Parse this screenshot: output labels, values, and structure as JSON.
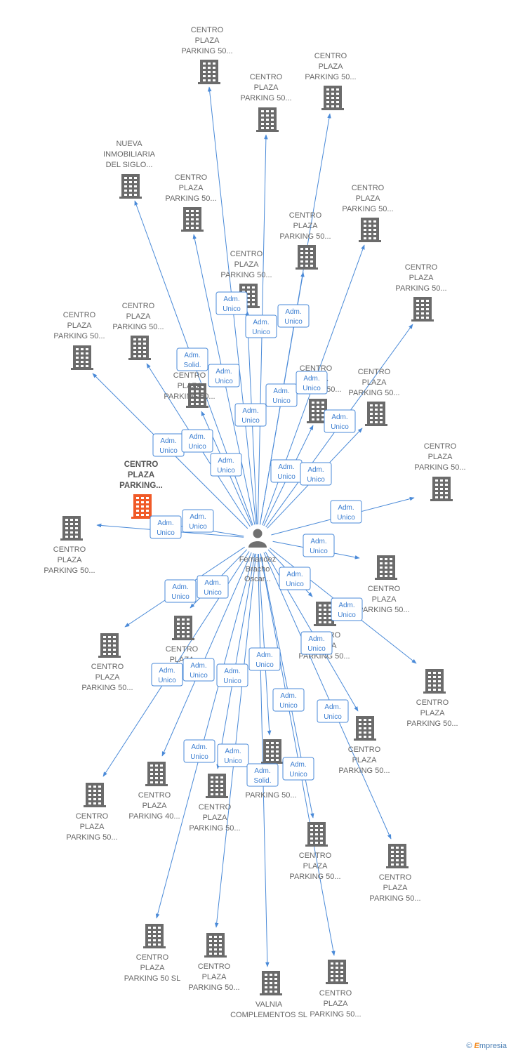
{
  "person": {
    "name_lines": [
      "Fernandez",
      "Bracho",
      "Oscar..."
    ]
  },
  "companies": [
    {
      "id": 1,
      "lines": [
        "CENTRO",
        "PLAZA",
        "PARKING 50..."
      ]
    },
    {
      "id": 2,
      "lines": [
        "CENTRO",
        "PLAZA",
        "PARKING 50..."
      ]
    },
    {
      "id": 3,
      "lines": [
        "CENTRO",
        "PLAZA",
        "PARKING 50..."
      ]
    },
    {
      "id": 4,
      "lines": [
        "NUEVA",
        "INMOBILIARIA",
        "DEL SIGLO..."
      ]
    },
    {
      "id": 5,
      "lines": [
        "CENTRO",
        "PLAZA",
        "PARKING 50..."
      ]
    },
    {
      "id": 6,
      "lines": [
        "CENTRO",
        "PLAZA",
        "PARKING 50..."
      ]
    },
    {
      "id": 7,
      "lines": [
        "CENTRO",
        "PLAZA",
        "PARKING 50..."
      ]
    },
    {
      "id": 8,
      "lines": [
        "CENTRO",
        "PLAZA",
        "PARKING 50..."
      ]
    },
    {
      "id": 9,
      "lines": [
        "CENTRO",
        "PLAZA",
        "PARKING 50..."
      ]
    },
    {
      "id": 10,
      "lines": [
        "CENTRO",
        "PLAZA",
        "PARKING 50..."
      ]
    },
    {
      "id": 11,
      "lines": [
        "CENTRO",
        "PLAZA",
        "PARKING 50..."
      ]
    },
    {
      "id": 12,
      "lines": [
        "CENTRO",
        "PLAZA",
        "PARKING 50..."
      ]
    },
    {
      "id": 13,
      "lines": [
        "CENTRO",
        "PLAZA",
        "PARKING 50..."
      ]
    },
    {
      "id": 14,
      "lines": [
        "CENTRO",
        "PLAZA",
        "PARKING 50..."
      ]
    },
    {
      "id": 15,
      "lines": [
        "CENTRO",
        "PLAZA",
        "PARKING..."
      ],
      "focus": true
    },
    {
      "id": 16,
      "lines": [
        "CENTRO",
        "PLAZA",
        "PARKING 50..."
      ]
    },
    {
      "id": 17,
      "lines": [
        "CENTRO",
        "PLAZA",
        "PARKING 50..."
      ]
    },
    {
      "id": 18,
      "lines": [
        "CENTRO",
        "PLAZA",
        "PARKING 50..."
      ]
    },
    {
      "id": 19,
      "lines": [
        "CENTRO",
        "PLAZA",
        "PARKING 50..."
      ]
    },
    {
      "id": 20,
      "lines": [
        "CENTRO",
        "PLAZA",
        "PARKING 50..."
      ]
    },
    {
      "id": 21,
      "lines": [
        "CENTRO",
        "PLAZA",
        "PARKING 50..."
      ]
    },
    {
      "id": 22,
      "lines": [
        "CENTRO",
        "PLAZA",
        "PARKING 50..."
      ]
    },
    {
      "id": 23,
      "lines": [
        "CENTRO",
        "PLAZA",
        "PARKING 50..."
      ]
    },
    {
      "id": 24,
      "lines": [
        "CENTRO",
        "PLAZA",
        "PARKING 40..."
      ]
    },
    {
      "id": 25,
      "lines": [
        "CENTRO",
        "PLAZA",
        "PARKING 50..."
      ]
    },
    {
      "id": 26,
      "lines": [
        "CENTRO",
        "PLAZA",
        "PARKING 50..."
      ]
    },
    {
      "id": 27,
      "lines": [
        "CENTRO",
        "PLAZA",
        "PARKING 50..."
      ]
    },
    {
      "id": 28,
      "lines": [
        "CENTRO",
        "PLAZA",
        "PARKING 50..."
      ]
    },
    {
      "id": 29,
      "lines": [
        "CENTRO",
        "PLAZA",
        "PARKING 50..."
      ]
    },
    {
      "id": 30,
      "lines": [
        "CENTRO",
        "PLAZA",
        "PARKING 50 SL"
      ]
    },
    {
      "id": 31,
      "lines": [
        "CENTRO",
        "PLAZA",
        "PARKING 50..."
      ]
    },
    {
      "id": 32,
      "lines": [
        "VALNIA",
        "COMPLEMENTOS SL"
      ]
    },
    {
      "id": 33,
      "lines": [
        "CENTRO",
        "PLAZA",
        "PARKING 50..."
      ]
    },
    {
      "id": 34,
      "lines": [
        "CENTRO",
        "PLAZA",
        "PARKING 50..."
      ]
    },
    {
      "id": 35,
      "lines": [
        "CENTRO",
        "PLAZA",
        "PARKING 50..."
      ]
    }
  ],
  "roles": [
    {
      "lines": [
        "Adm.",
        "Unico"
      ]
    },
    {
      "lines": [
        "Adm.",
        "Unico"
      ]
    },
    {
      "lines": [
        "Adm.",
        "Unico"
      ]
    },
    {
      "lines": [
        "Adm.",
        "Solid."
      ]
    },
    {
      "lines": [
        "Adm.",
        "Unico"
      ]
    },
    {
      "lines": [
        "Adm.",
        "Unico"
      ]
    },
    {
      "lines": [
        "Adm.",
        "Unico"
      ]
    },
    {
      "lines": [
        "Adm.",
        "Unico"
      ]
    },
    {
      "lines": [
        "Adm.",
        "Unico"
      ]
    },
    {
      "lines": [
        "Adm.",
        "Unico"
      ]
    },
    {
      "lines": [
        "Adm.",
        "Unico"
      ]
    },
    {
      "lines": [
        "Adm.",
        "Unico"
      ]
    },
    {
      "lines": [
        "Adm.",
        "Unico"
      ]
    },
    {
      "lines": [
        "Adm.",
        "Unico"
      ]
    },
    {
      "lines": [
        "Adm.",
        "Unico"
      ]
    },
    {
      "lines": [
        "Adm.",
        "Unico"
      ]
    },
    {
      "lines": [
        "Adm.",
        "Unico"
      ]
    },
    {
      "lines": [
        "Adm.",
        "Unico"
      ]
    },
    {
      "lines": [
        "Adm.",
        "Unico"
      ]
    },
    {
      "lines": [
        "Adm.",
        "Unico"
      ]
    },
    {
      "lines": [
        "Adm.",
        "Unico"
      ]
    },
    {
      "lines": [
        "Adm.",
        "Unico"
      ]
    },
    {
      "lines": [
        "Adm.",
        "Unico"
      ]
    },
    {
      "lines": [
        "Adm.",
        "Unico"
      ]
    },
    {
      "lines": [
        "Adm.",
        "Unico"
      ]
    },
    {
      "lines": [
        "Adm.",
        "Unico"
      ]
    },
    {
      "lines": [
        "Adm.",
        "Unico"
      ]
    },
    {
      "lines": [
        "Adm.",
        "Unico"
      ]
    },
    {
      "lines": [
        "Adm.",
        "Unico"
      ]
    },
    {
      "lines": [
        "Adm.",
        "Unico"
      ]
    },
    {
      "lines": [
        "Adm.",
        "Unico"
      ]
    },
    {
      "lines": [
        "Adm.",
        "Solid."
      ]
    },
    {
      "lines": [
        "Adm.",
        "Unico"
      ]
    }
  ],
  "colors": {
    "edge": "#4a8ad8",
    "building": "#6b6b6b",
    "focus": "#f05a28",
    "person": "#707070"
  },
  "footer": {
    "copyright": "©",
    "brand_first": "E",
    "brand_rest": "mpresia"
  }
}
